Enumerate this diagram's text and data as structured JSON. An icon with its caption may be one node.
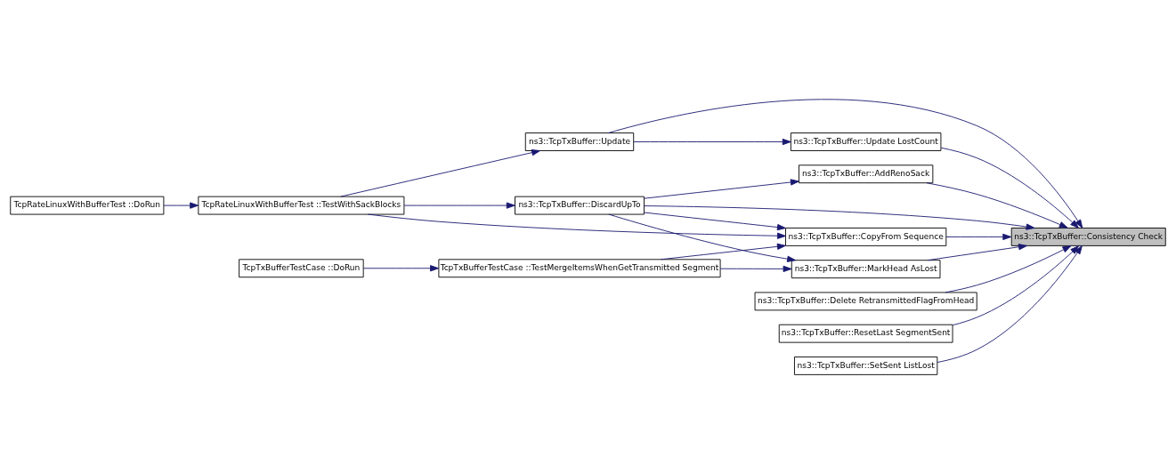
{
  "diagram": {
    "nodes": [
      {
        "text": [
          "ns3::TcpTxBuffer::Consistency Check"
        ]
      },
      {
        "text": [
          "ns3::TcpTxBuffer::Update LostCount"
        ]
      },
      {
        "text": [
          "ns3::TcpTxBuffer::Update"
        ]
      },
      {
        "text": [
          "ns3::TcpTxBuffer::AddRenoSack"
        ]
      },
      {
        "text": [
          "ns3::TcpTxBuffer::DiscardUpTo"
        ]
      },
      {
        "text": [
          "ns3::TcpTxBuffer::CopyFrom Sequence"
        ]
      },
      {
        "text": [
          "ns3::TcpTxBuffer::MarkHead AsLost"
        ]
      },
      {
        "text": [
          "ns3::TcpTxBuffer::Delete RetransmittedFlagFromHead"
        ]
      },
      {
        "text": [
          "ns3::TcpTxBuffer::ResetLast SegmentSent"
        ]
      },
      {
        "text": [
          "ns3::TcpTxBuffer::SetSent ListLost"
        ]
      },
      {
        "text": [
          "TcpRateLinuxWithBufferTest ::TestWithSackBlocks"
        ]
      },
      {
        "text": [
          "TcpTxBufferTestCase ::TestMergeItemsWhenGetTransmitted Segment"
        ]
      },
      {
        "text": [
          "TcpRateLinuxWithBufferTest ::DoRun"
        ]
      },
      {
        "text": [
          "TcpTxBufferTestCase ::DoRun"
        ]
      }
    ],
    "edges": [
      {
        "from": 1,
        "to": 0,
        "arrow": "to"
      },
      {
        "from": 2,
        "to": 0,
        "arrow": "to"
      },
      {
        "from": 3,
        "to": 0,
        "arrow": "to"
      },
      {
        "from": 4,
        "to": 0,
        "arrow": "to"
      },
      {
        "from": 5,
        "to": 0,
        "arrow": "to"
      },
      {
        "from": 6,
        "to": 0,
        "arrow": "to"
      },
      {
        "from": 7,
        "to": 0,
        "arrow": "to"
      },
      {
        "from": 8,
        "to": 0,
        "arrow": "to"
      },
      {
        "from": 9,
        "to": 0,
        "arrow": "to"
      },
      {
        "from": 2,
        "to": 1,
        "arrow": "to"
      },
      {
        "from": 10,
        "to": 2,
        "arrow": "to"
      },
      {
        "from": 4,
        "to": 3,
        "arrow": "to"
      },
      {
        "from": 10,
        "to": 4,
        "arrow": "to"
      },
      {
        "from": 4,
        "to": 5,
        "arrow": "to"
      },
      {
        "from": 10,
        "to": 5,
        "arrow": "to"
      },
      {
        "from": 11,
        "to": 5,
        "arrow": "to"
      },
      {
        "from": 4,
        "to": 6,
        "arrow": "to"
      },
      {
        "from": 11,
        "to": 6,
        "arrow": "to"
      },
      {
        "from": 12,
        "to": 10,
        "arrow": "to"
      },
      {
        "from": 13,
        "to": 11,
        "arrow": "to"
      }
    ]
  }
}
